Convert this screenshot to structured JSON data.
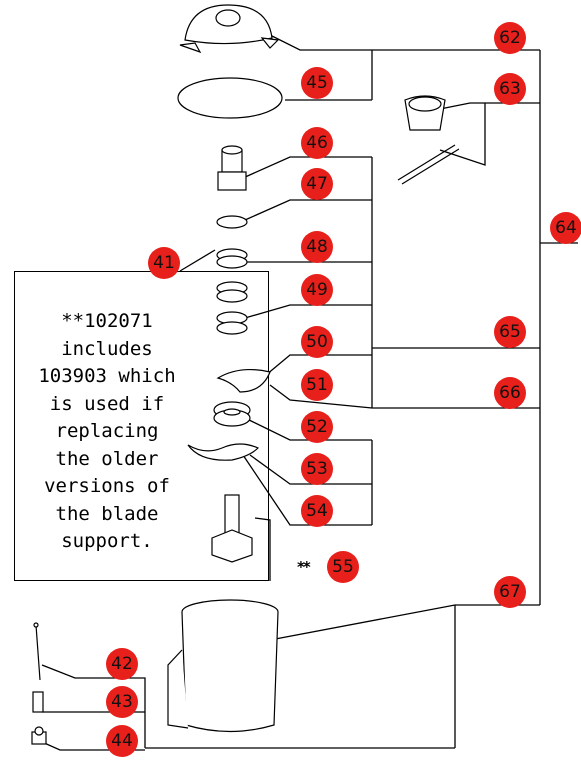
{
  "note": {
    "text": "**102071\nincludes\n103903 which\nis used if\nreplacing\nthe older\nversions of\nthe blade\nsupport."
  },
  "stars_marker": "**",
  "callouts": {
    "c41": "41",
    "c42": "42",
    "c43": "43",
    "c44": "44",
    "c45": "45",
    "c46": "46",
    "c47": "47",
    "c48": "48",
    "c49": "49",
    "c50": "50",
    "c51": "51",
    "c52": "52",
    "c53": "53",
    "c54": "54",
    "c55": "55",
    "c62": "62",
    "c63": "63",
    "c64": "64",
    "c65": "65",
    "c66": "66",
    "c67": "67"
  },
  "colors": {
    "callout_fill": "#e8201b",
    "line": "#000000",
    "background": "#ffffff"
  }
}
